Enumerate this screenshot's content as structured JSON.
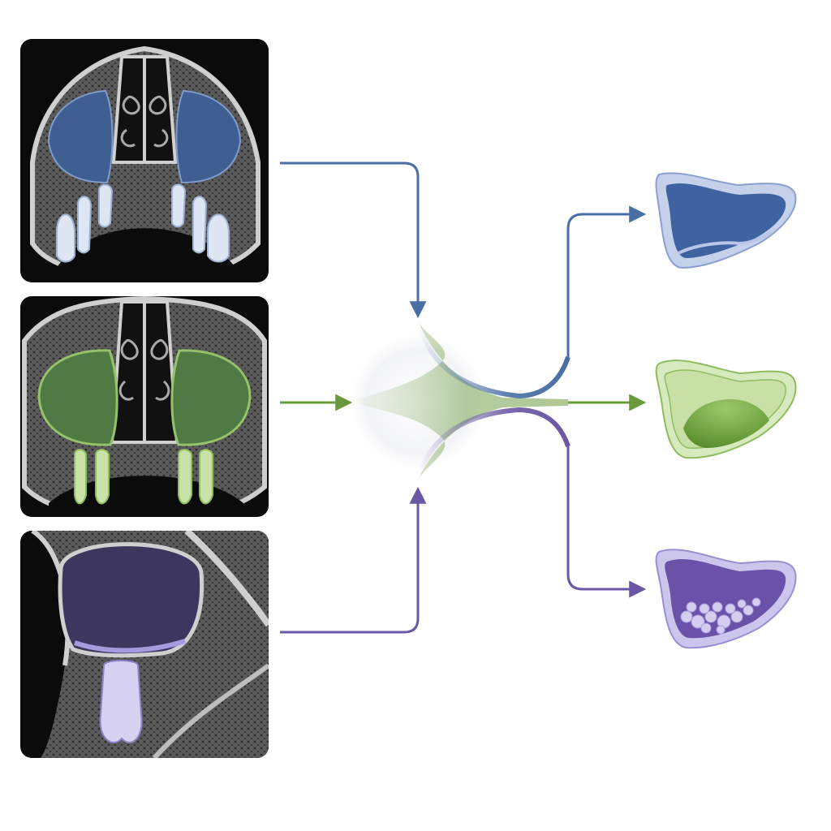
{
  "colors": {
    "blue": "#4a6fa5",
    "green": "#6a9a3e",
    "purple": "#6a58a4",
    "scan_bone": "#9a9a9a",
    "scan_bg": "#0b0b0b"
  },
  "inputs": [
    {
      "id": "coronal-scan-1",
      "view": "coronal",
      "color": "blue",
      "icon": "ct-scan-coronal-icon"
    },
    {
      "id": "coronal-scan-2",
      "view": "coronal",
      "color": "green",
      "icon": "ct-scan-coronal-icon"
    },
    {
      "id": "sagittal-scan",
      "view": "sagittal",
      "color": "purple",
      "icon": "ct-scan-sagittal-icon"
    }
  ],
  "fusion": {
    "icon": "fusion-node-icon"
  },
  "outputs": [
    {
      "id": "sinus-class-1",
      "color": "blue",
      "fill": "thin-lining",
      "icon": "sinus-shape-icon"
    },
    {
      "id": "sinus-class-2",
      "color": "green",
      "fill": "fluid-level",
      "icon": "sinus-shape-icon"
    },
    {
      "id": "sinus-class-3",
      "color": "purple",
      "fill": "granular-content",
      "icon": "sinus-shape-icon"
    }
  ]
}
